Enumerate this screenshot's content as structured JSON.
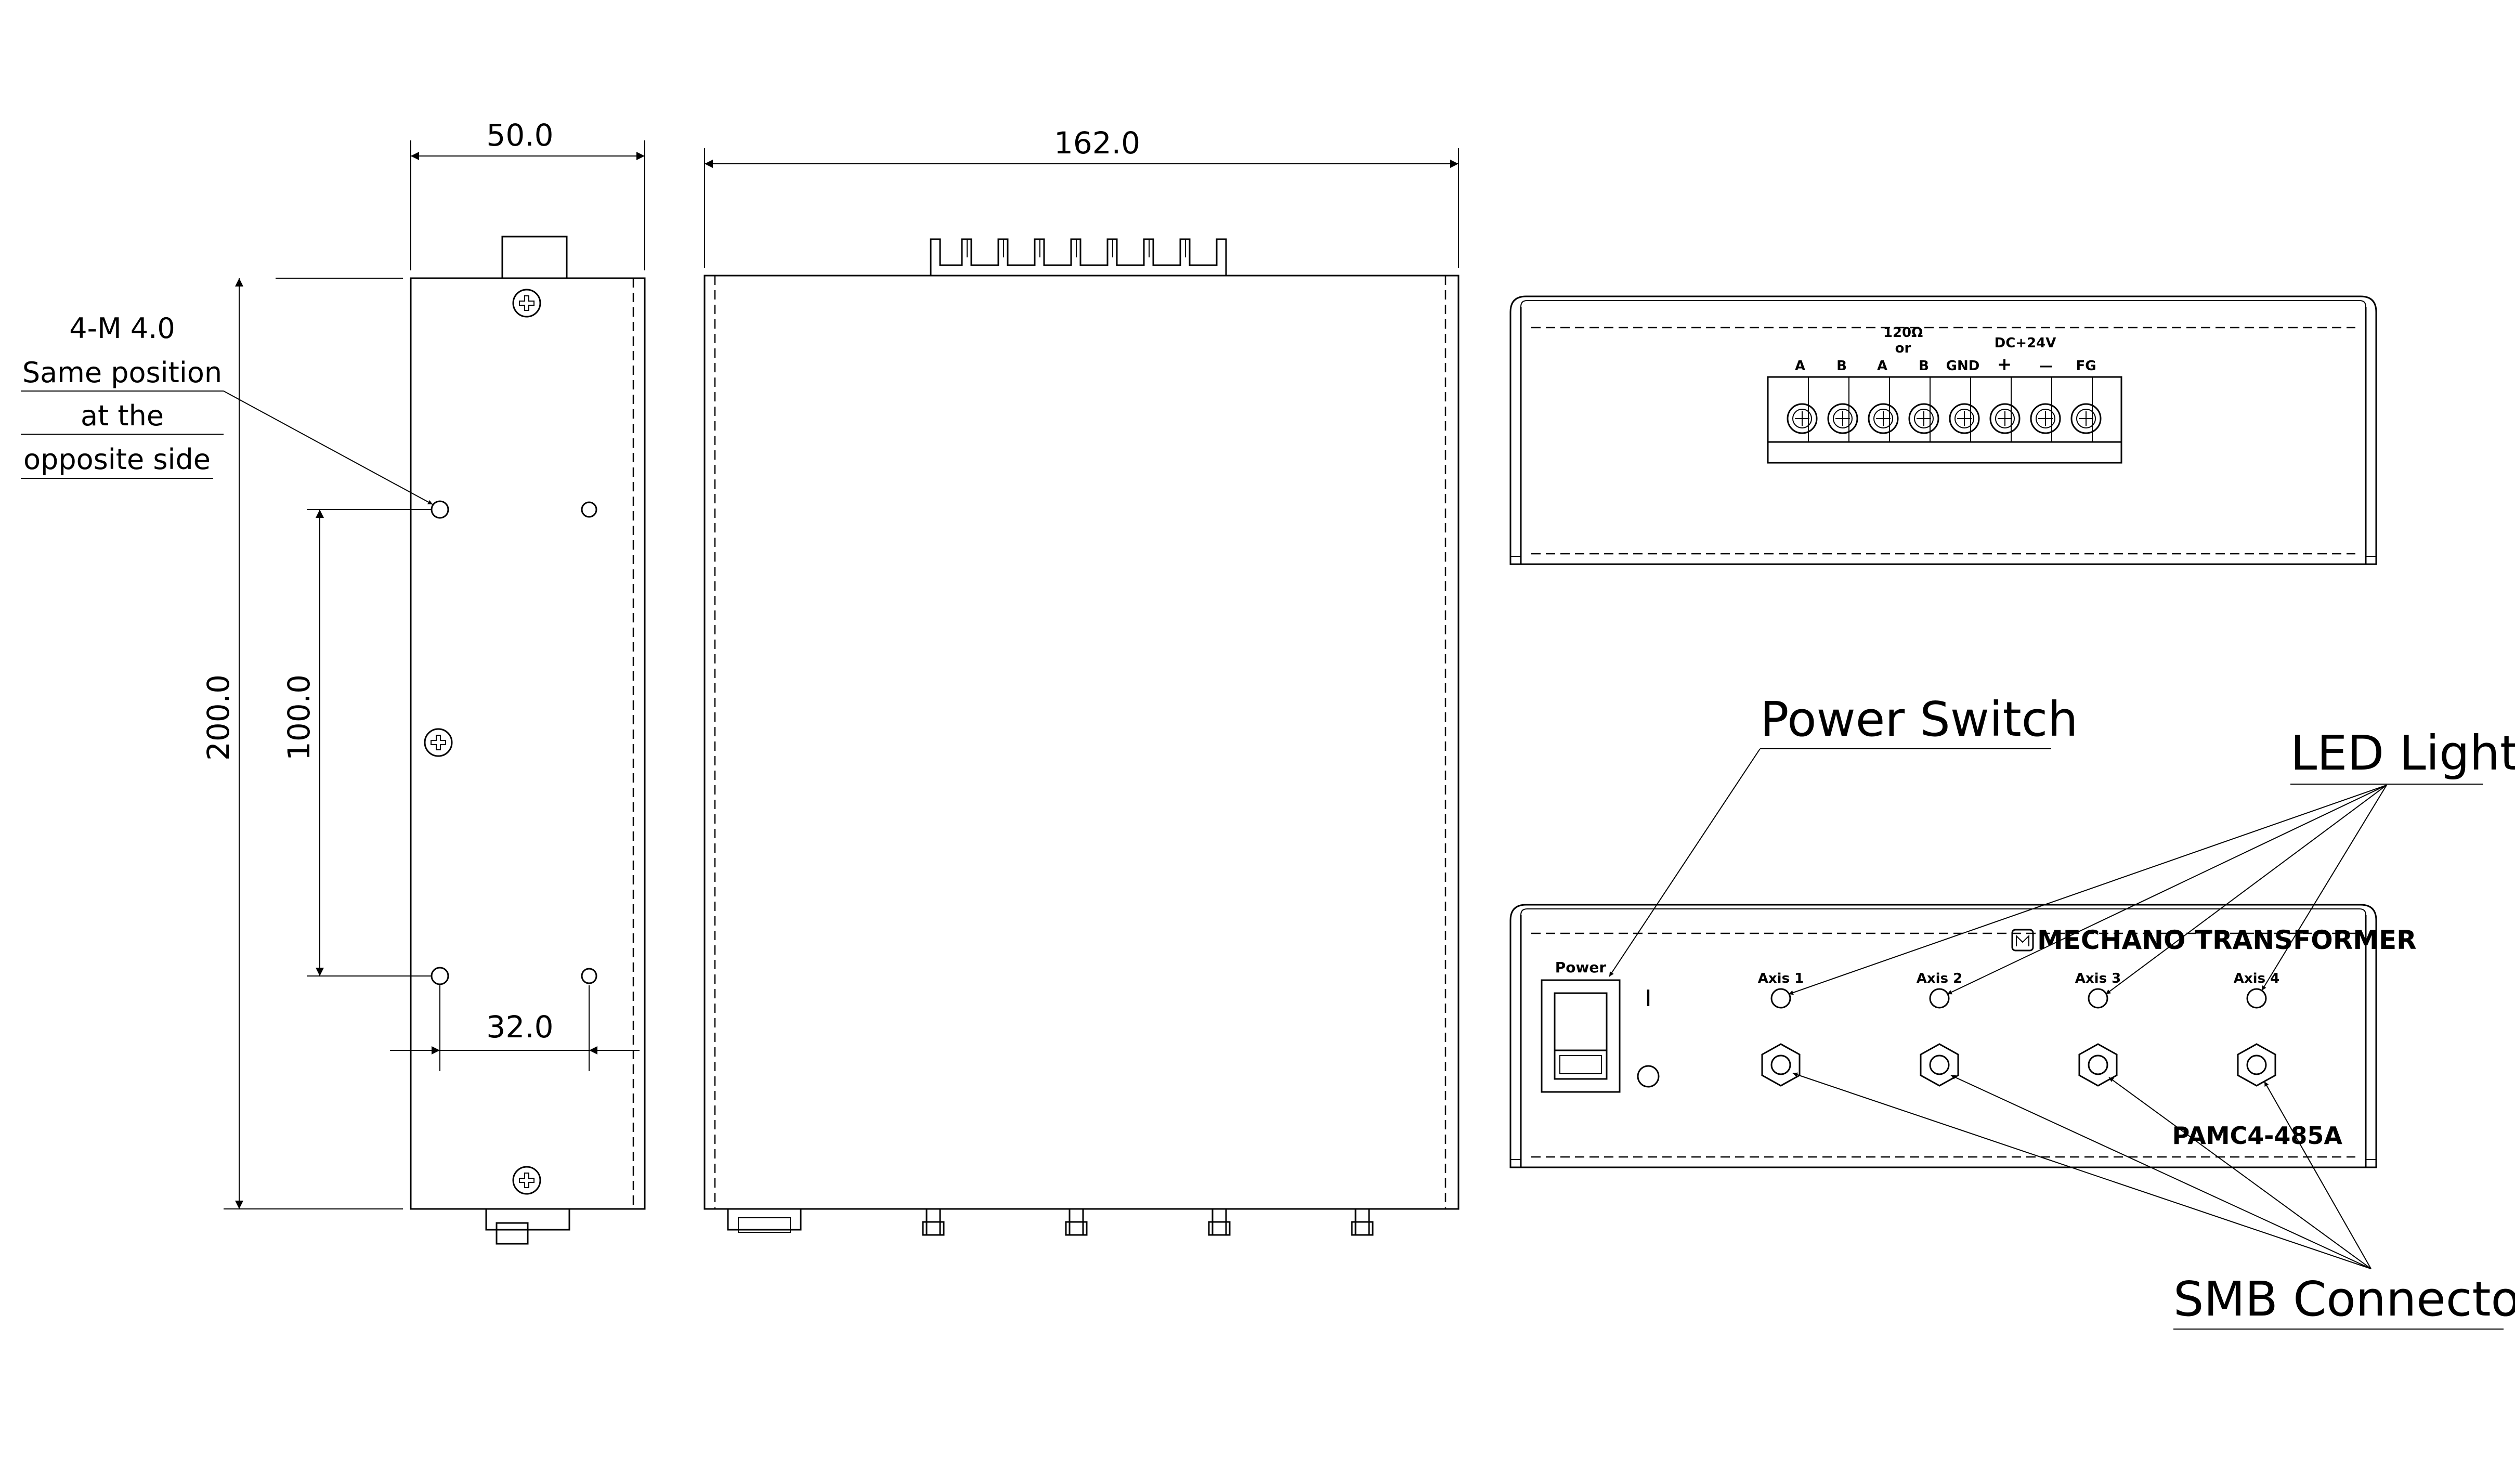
{
  "dimensions": {
    "width_50": "50.0",
    "length_162": "162.0",
    "height_200": "200.0",
    "pitch_100": "100.0",
    "pitch_32": "32.0"
  },
  "mounting_note": {
    "line1": "4-M 4.0",
    "line2": "Same position",
    "line3": "at the",
    "line4": "opposite side"
  },
  "terminal_block": {
    "note_top": "120Ω",
    "note_or": "or",
    "note_power": "DC+24V",
    "labels": [
      "A",
      "B",
      "A",
      "B",
      "GND",
      "+",
      "—",
      "FG"
    ]
  },
  "front_panel": {
    "brand": "MECHANO TRANSFORMER",
    "model": "PAMC4-485A",
    "power_label": "Power",
    "switch_mark": "I",
    "axis_labels": [
      "Axis 1",
      "Axis 2",
      "Axis 3",
      "Axis 4"
    ]
  },
  "callouts": {
    "power_switch": "Power Switch",
    "led_light": "LED Light",
    "smb_connector": "SMB Connector"
  }
}
